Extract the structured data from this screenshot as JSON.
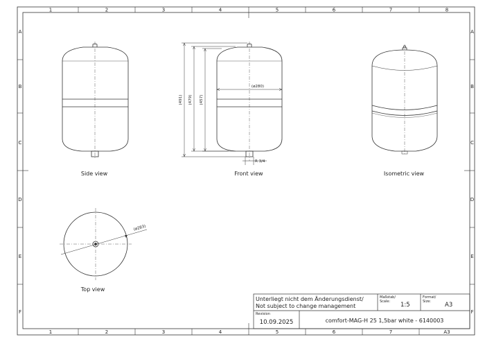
{
  "drawing": {
    "columns": [
      "1",
      "2",
      "3",
      "4",
      "5",
      "6",
      "7",
      "8"
    ],
    "rows": [
      "A",
      "B",
      "C",
      "D",
      "E",
      "F"
    ],
    "views": {
      "side": "Side view",
      "front": "Front view",
      "isometric": "Isometric view",
      "top": "Top view"
    },
    "dimensions": {
      "height_outer": "(491)",
      "height_mid": "(479)",
      "height_inner": "(457)",
      "diameter_front": "(ø280)",
      "thread": "R 3/4",
      "diameter_top": "(ø283)"
    }
  },
  "title_block": {
    "notice_de": "Unterliegt nicht dem Änderungsdienst/",
    "notice_en": "Not subject to change management",
    "scale_label_de": "Maßstab/",
    "scale_label_en": "Scale:",
    "scale_value": "1:5",
    "format_label_de": "Format/",
    "format_label_en": "Size:",
    "format_value": "A3",
    "revision_label": "Revision",
    "revision_date": "10.09.2025",
    "title": "comfort-MAG-H 25 1,5bar white - 6140003"
  }
}
